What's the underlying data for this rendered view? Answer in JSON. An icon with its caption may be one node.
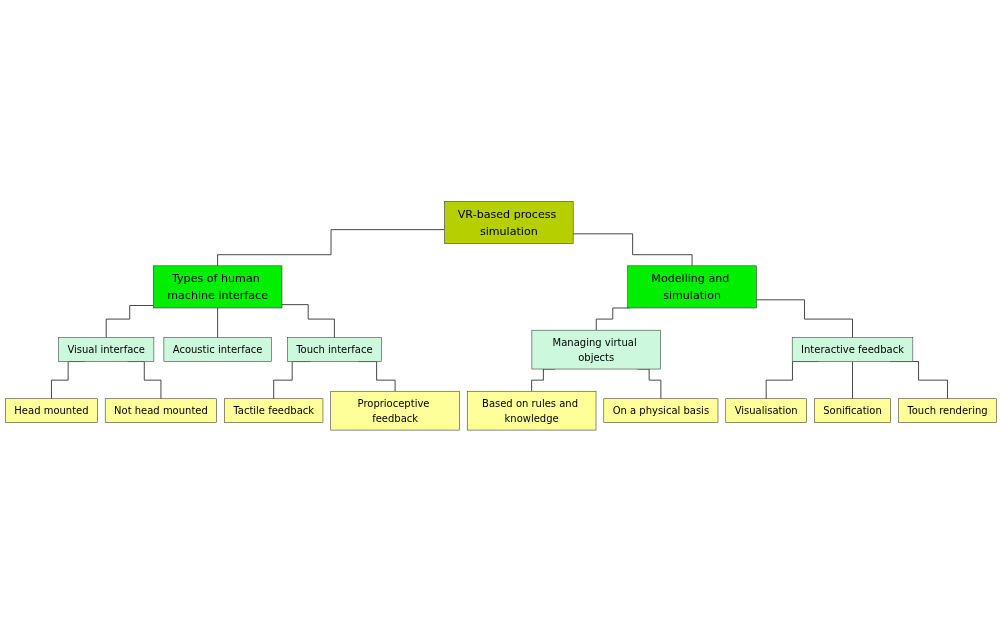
{
  "diagram": {
    "nodes": [
      {
        "text": [
          "VR-based process simulation"
        ]
      },
      {
        "text": [
          "Types of human machine interface"
        ]
      },
      {
        "text": [
          "Modelling and simulation"
        ]
      },
      {
        "text": [
          "Visual interface"
        ]
      },
      {
        "text": [
          "Acoustic interface"
        ]
      },
      {
        "text": [
          "Touch interface"
        ]
      },
      {
        "text": [
          "Managing virtual objects"
        ]
      },
      {
        "text": [
          "Interactive feedback"
        ]
      },
      {
        "text": [
          "Head mounted"
        ]
      },
      {
        "text": [
          "Not head mounted"
        ]
      },
      {
        "text": [
          "Tactile feedback"
        ]
      },
      {
        "text": [
          "Proprioceptive feedback"
        ]
      },
      {
        "text": [
          "Based on rules and knowledge"
        ]
      },
      {
        "text": [
          "On a physical basis"
        ]
      },
      {
        "text": [
          "Visualisation"
        ]
      },
      {
        "text": [
          "Sonification"
        ]
      },
      {
        "text": [
          "Touch rendering"
        ]
      }
    ],
    "edges": [
      {
        "from": 0,
        "to": 1,
        "arrow": "none"
      },
      {
        "from": 0,
        "to": 2,
        "arrow": "none"
      },
      {
        "from": 1,
        "to": 3,
        "arrow": "none"
      },
      {
        "from": 1,
        "to": 4,
        "arrow": "none"
      },
      {
        "from": 1,
        "to": 5,
        "arrow": "none"
      },
      {
        "from": 2,
        "to": 6,
        "arrow": "none"
      },
      {
        "from": 2,
        "to": 7,
        "arrow": "none"
      },
      {
        "from": 3,
        "to": 8,
        "arrow": "none"
      },
      {
        "from": 3,
        "to": 9,
        "arrow": "none"
      },
      {
        "from": 5,
        "to": 10,
        "arrow": "none"
      },
      {
        "from": 5,
        "to": 11,
        "arrow": "none"
      },
      {
        "from": 6,
        "to": 12,
        "arrow": "none"
      },
      {
        "from": 6,
        "to": 13,
        "arrow": "none"
      },
      {
        "from": 7,
        "to": 14,
        "arrow": "none"
      },
      {
        "from": 7,
        "to": 15,
        "arrow": "none"
      },
      {
        "from": 7,
        "to": 16,
        "arrow": "none"
      }
    ]
  }
}
